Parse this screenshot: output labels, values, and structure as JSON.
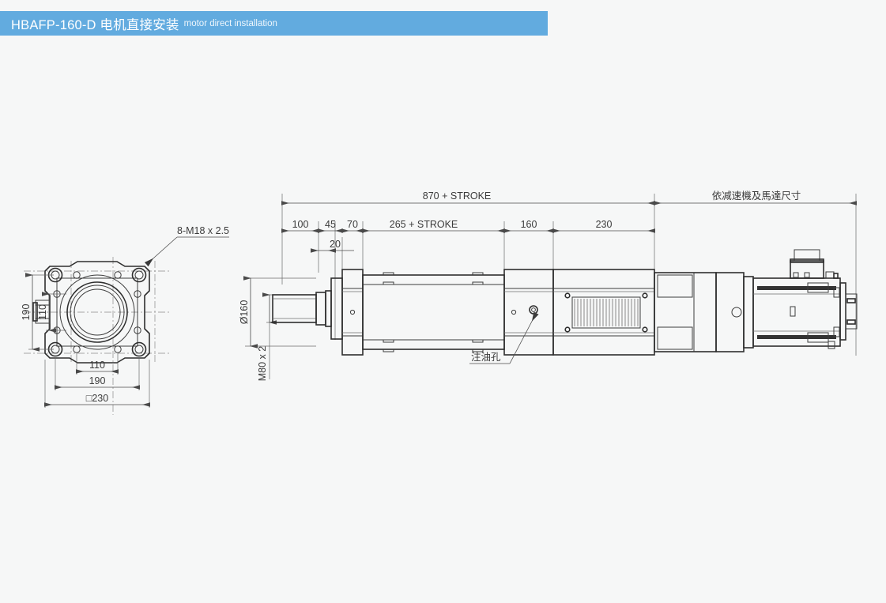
{
  "header": {
    "model": "HBAFP-160-D 电机直接安装",
    "subtitle": "motor direct installation"
  },
  "front_view": {
    "callout": "8-M18 x 2.5",
    "dim_height_outer": "190",
    "dim_height_inner": "110",
    "dim_width_inner": "110",
    "dim_width_mid": "190",
    "dim_width_outer": "□230"
  },
  "side_view": {
    "dim_total": "870 + STROKE",
    "dim_right_note": "依减速機及馬達尺寸",
    "dim_a": "100",
    "dim_b": "45",
    "dim_c": "70",
    "dim_d": "20",
    "dim_stroke": "265 + STROKE",
    "dim_e": "160",
    "dim_f": "230",
    "dim_diameter": "Ø160",
    "dim_thread": "M80 x 2",
    "callout_oil": "注油孔"
  },
  "colors": {
    "header_blue": "#62abdf",
    "background": "#f6f7f7",
    "line": "#3c3c3c",
    "text": "#3b3b3b"
  }
}
